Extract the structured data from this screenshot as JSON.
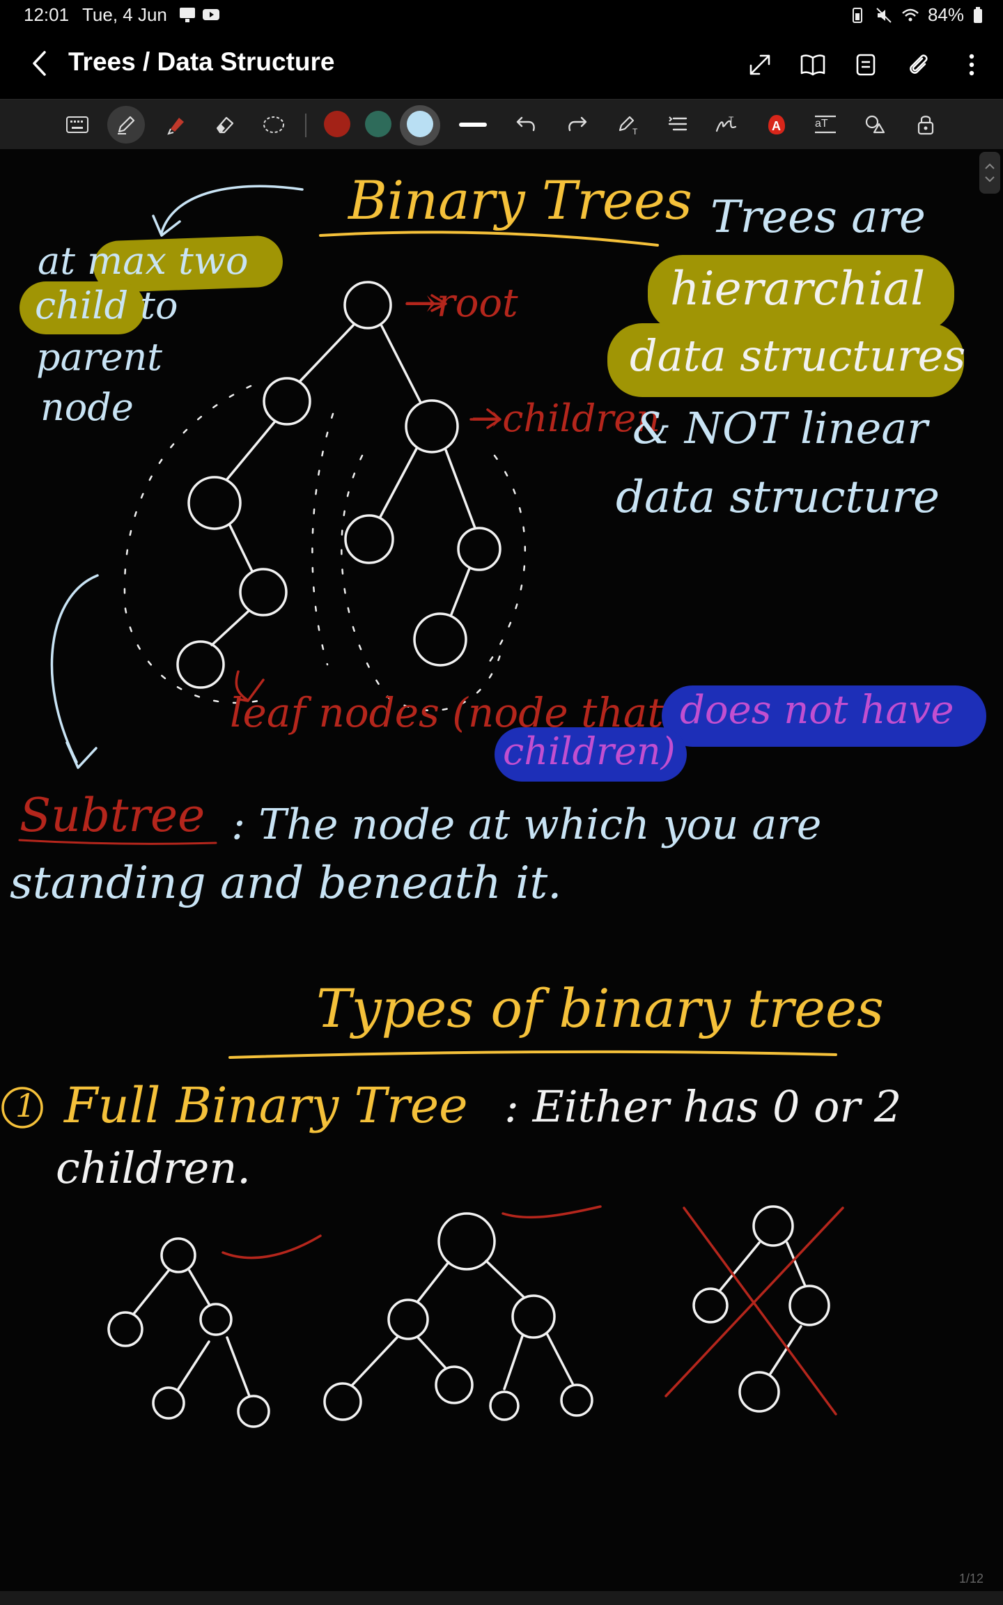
{
  "status_bar": {
    "time": "12:01",
    "date": "Tue, 4 Jun",
    "battery": "84%"
  },
  "header": {
    "title": "Trees / Data Structure"
  },
  "toolbar": {
    "colors": {
      "red": "#a32217",
      "green": "#2e6b5a",
      "light_blue": "#b9dff3"
    }
  },
  "note": {
    "binary_trees_title": "Binary Trees",
    "max_two_line1": "at max two",
    "max_two_line2": "child to",
    "max_two_line3": "parent",
    "max_two_line4": "node",
    "root_label": "→root",
    "children_label": "→children",
    "trees_are_line1": "Trees are",
    "trees_are_line2": "hierarchial",
    "trees_are_line3": "data structures",
    "trees_are_line4": "& NOT linear",
    "trees_are_line5": "data structure",
    "leaf_nodes": "leaf nodes (node that",
    "does_not_have": "does not have",
    "children_paren": "children)",
    "subtree_word": "Subtree",
    "subtree_def_line1": ": The node at which you are",
    "subtree_def_line2": "standing and beneath it.",
    "types_title": "Types of binary trees",
    "full_number": "1",
    "full_binary_tree": "Full Binary Tree",
    "full_def_line1": ": Either has 0 or 2",
    "full_def_line2": "children."
  },
  "page_indicator": "1/12",
  "accent_colors": {
    "yellow": "#f5c13a",
    "ink_blue": "#c9e4f5",
    "ink_red": "#b5261c",
    "highlight_olive": "#a09505",
    "highlight_blue": "#1d2fb8",
    "ink_purple": "#c24fd0"
  }
}
